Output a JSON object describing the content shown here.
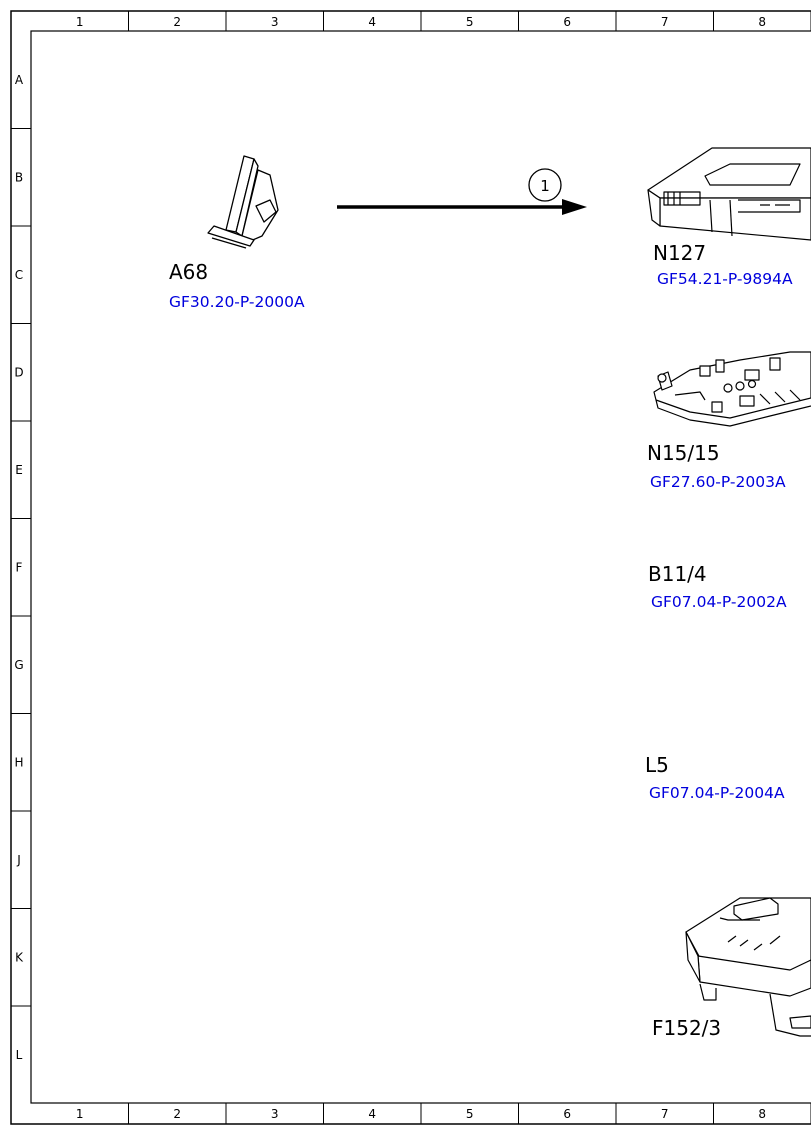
{
  "grid": {
    "columns": [
      "1",
      "2",
      "3",
      "4",
      "5",
      "6",
      "7",
      "8"
    ],
    "rows": [
      "A",
      "B",
      "C",
      "D",
      "E",
      "F",
      "G",
      "H",
      "J",
      "K",
      "L"
    ]
  },
  "connection": {
    "number": "1"
  },
  "components": [
    {
      "id": "A68",
      "ref": "GF30.20-P-2000A"
    },
    {
      "id": "N127",
      "ref": "GF54.21-P-9894A"
    },
    {
      "id": "N15/15",
      "ref": "GF27.60-P-2003A"
    },
    {
      "id": "B11/4",
      "ref": "GF07.04-P-2002A"
    },
    {
      "id": "L5",
      "ref": "GF07.04-P-2004A"
    },
    {
      "id": "F152/3",
      "ref": ""
    }
  ]
}
